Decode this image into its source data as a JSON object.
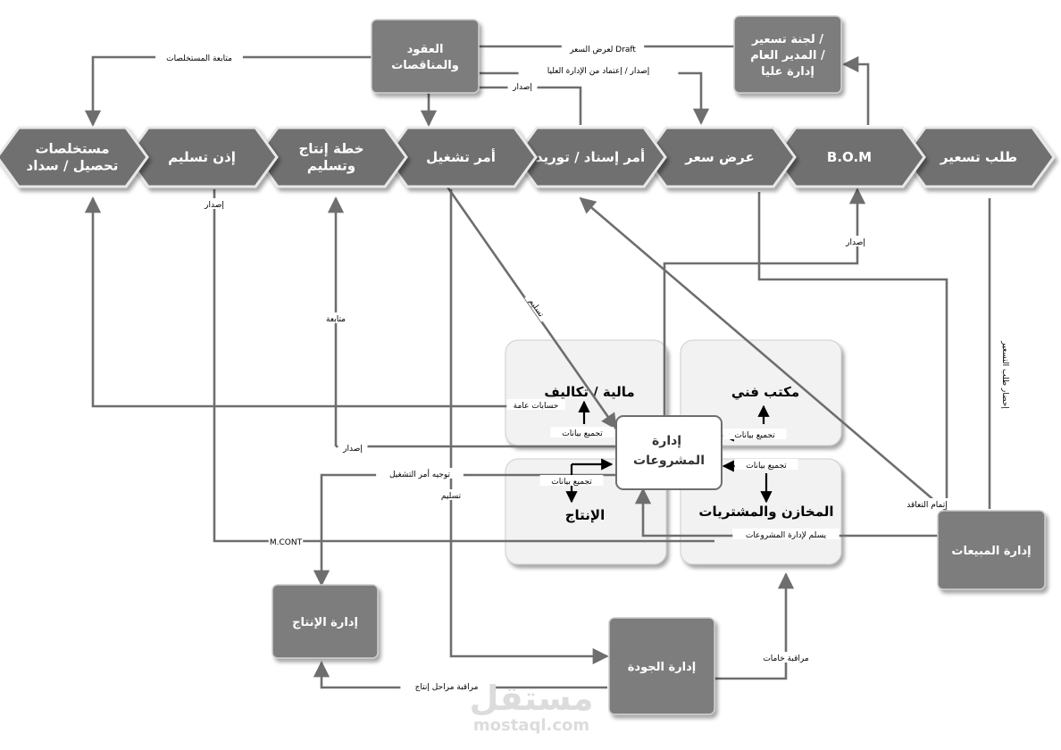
{
  "colors": {
    "chevron_fill": "#707070",
    "chevron_stroke": "#e8e8e8",
    "box_fill": "#7d7d7d",
    "quadrant_fill": "#f2f2f2",
    "line": "#6e6e6e",
    "center_stroke": "#6e6e6e"
  },
  "process_chain": [
    {
      "id": "price-request",
      "label_lines": [
        "طلب تسعير"
      ]
    },
    {
      "id": "bom",
      "label_lines": [
        "B.O.M"
      ]
    },
    {
      "id": "price-offer",
      "label_lines": [
        "عرض سعر"
      ]
    },
    {
      "id": "supply-order",
      "label_lines": [
        "أمر إسناد / توريد"
      ]
    },
    {
      "id": "work-order",
      "label_lines": [
        "أمر تشغيل"
      ]
    },
    {
      "id": "production-plan",
      "label_lines": [
        "خطة إنتاج",
        "وتسليم"
      ]
    },
    {
      "id": "delivery-permit",
      "label_lines": [
        "إذن تسليم"
      ]
    },
    {
      "id": "invoices",
      "label_lines": [
        "مستخلصات",
        "تحصيل / سداد"
      ]
    }
  ],
  "boxes": {
    "contracts": {
      "label_lines": [
        "العقود",
        "والمناقصات"
      ]
    },
    "pricing_committee": {
      "label_lines": [
        "لجنة تسعير /",
        "المدير العام /",
        "إدارة عليا"
      ]
    },
    "sales": {
      "label_lines": [
        "إدارة المبيعات"
      ]
    },
    "production_mgmt": {
      "label_lines": [
        "إدارة الإنتاج"
      ]
    },
    "quality": {
      "label_lines": [
        "إدارة الجودة"
      ]
    }
  },
  "quadrants": {
    "finance": "مالية / تكاليف",
    "technical": "مكتب فني",
    "production": "الإنتاج",
    "stores": "المخازن والمشتريات"
  },
  "center": {
    "label_lines": [
      "إدارة",
      "المشروعات"
    ]
  },
  "labels": {
    "draft": "لعرض السعر Draft",
    "follow_invoices": "متابعة المستخلصات",
    "issue_approve": "إصدار / إعتماد من الإدارة العليا",
    "issue": "إصدار",
    "deliver": "تسليم",
    "follow": "متابعة",
    "general_accounts": "حسابات عامة",
    "gather_data": "تجميع بيانات",
    "direct_work_order": "توجيه أمر التشغيل",
    "mcont": "M.CONT",
    "contract_done": "إتمام التعاقد",
    "bring_request": "إحضار طلب التسعير",
    "handover_projects": "يسلم لإدارة المشروعات",
    "monitor_materials": "مراقبة خامات",
    "monitor_stages": "مراقبة مراحل إنتاج"
  },
  "watermark": {
    "arabic": "مستقل",
    "latin": "mostaql.com"
  }
}
